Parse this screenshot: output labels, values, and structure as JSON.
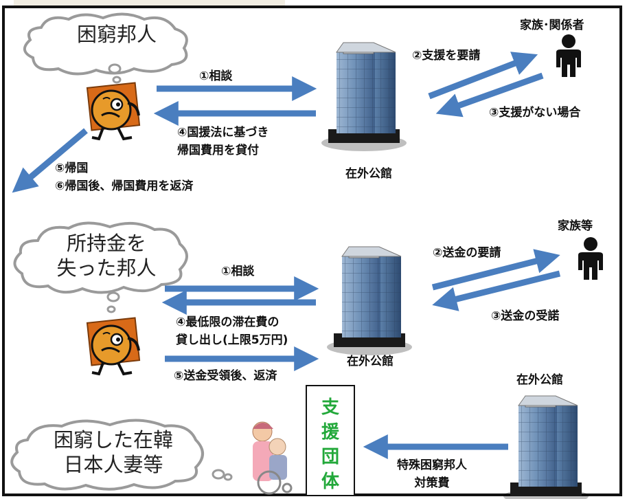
{
  "sections": [
    {
      "cloud_lines": [
        "困窮邦人"
      ],
      "consult": "①相談",
      "request": "②支援を要請",
      "no_support": "③支援がない場合",
      "loan_lines": [
        "④国援法に基づき",
        "帰国費用を貸付"
      ],
      "return_lines": [
        "⑤帰国",
        "⑥帰国後、帰国費用を返済"
      ],
      "embassy": "在外公館",
      "family": "家族･関係者"
    },
    {
      "cloud_lines": [
        "所持金を",
        "失った邦人"
      ],
      "consult": "①相談",
      "request": "②送金の要請",
      "accept": "③送金の受諾",
      "loan_lines": [
        "④最低限の滞在費の",
        "貸し出し(上限5万円)"
      ],
      "repay": "⑤送金受領後、返済",
      "embassy": "在外公館",
      "family": "家族等"
    },
    {
      "cloud_lines": [
        "困窮した在韓",
        "日本人妻等"
      ],
      "support_org": [
        "支",
        "援",
        "団",
        "体"
      ],
      "fund_lines": [
        "特殊困窮邦人",
        "対策費"
      ],
      "embassy": "在外公館"
    }
  ]
}
